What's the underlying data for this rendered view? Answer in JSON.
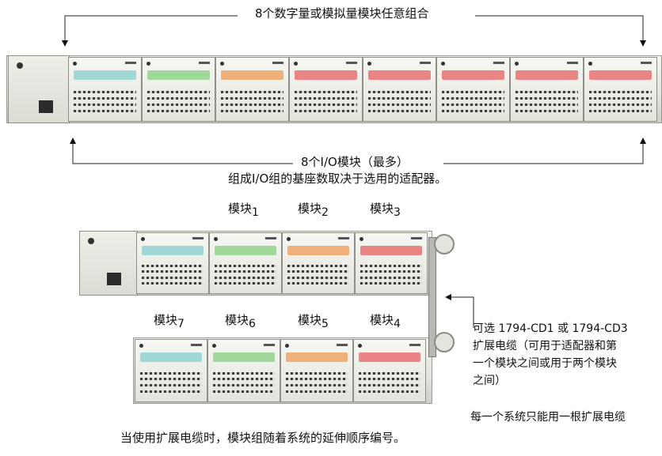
{
  "top_title": "8个数字量或模拟量模块任意组合",
  "max_modules": "8个I/O模块（最多）",
  "base_count_note": "组成I/O组的基座数取决于选用的适配器。",
  "module_labels_top": [
    {
      "name": "模块",
      "num": "1"
    },
    {
      "name": "模块",
      "num": "2"
    },
    {
      "name": "模块",
      "num": "3"
    }
  ],
  "module_labels_bottom": [
    {
      "name": "模块",
      "num": "7"
    },
    {
      "name": "模块",
      "num": "6"
    },
    {
      "name": "模块",
      "num": "5"
    },
    {
      "name": "模块",
      "num": "4"
    }
  ],
  "cable_note": {
    "line1": "可选 1794-CD1 或 1794-CD3",
    "line2": "扩展电缆（可用于适配器和第",
    "line3": "一个模块之间或用于两个模块",
    "line4": "之间）"
  },
  "one_cable_note": "每一个系统只能用一根扩展电缆",
  "bottom_caption": "当使用扩展电缆时，模块组随着系统的延伸顺序编号。",
  "colors": {
    "strip_blue": "#9fd8d6",
    "strip_green": "#9fd89a",
    "strip_orange": "#f0b07a",
    "strip_red": "#e98585"
  }
}
